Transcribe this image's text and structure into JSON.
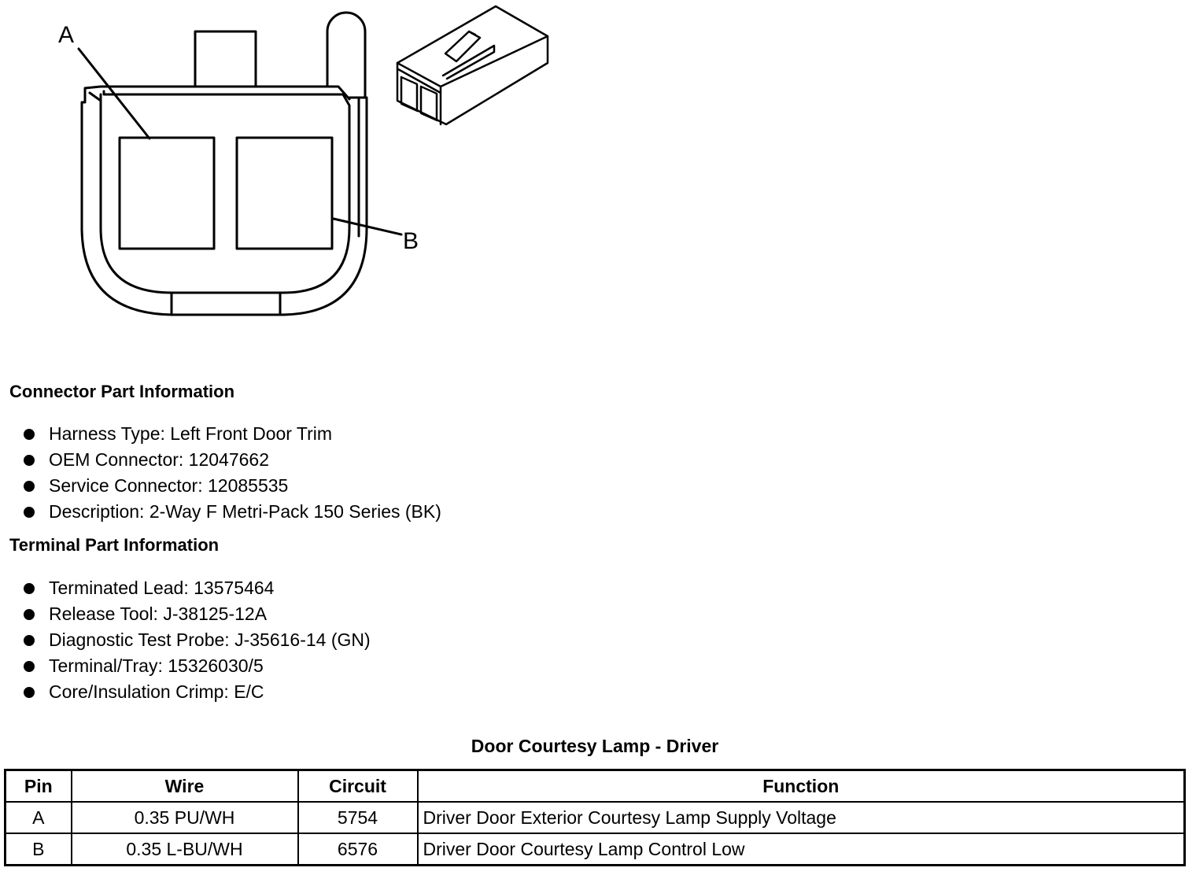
{
  "diagram": {
    "label_a": "A",
    "label_b": "B"
  },
  "connector_info": {
    "heading": "Connector Part Information",
    "items": [
      "Harness Type: Left Front Door Trim",
      "OEM Connector: 12047662",
      "Service Connector: 12085535",
      "Description: 2-Way F Metri-Pack 150 Series (BK)"
    ]
  },
  "terminal_info": {
    "heading": "Terminal Part Information",
    "items": [
      "Terminated Lead: 13575464",
      "Release Tool: J-38125-12A",
      "Diagnostic Test Probe: J-35616-14 (GN)",
      "Terminal/Tray: 15326030/5",
      "Core/Insulation Crimp: E/C"
    ]
  },
  "pin_table": {
    "title": "Door Courtesy Lamp - Driver",
    "headers": [
      "Pin",
      "Wire",
      "Circuit",
      "Function"
    ],
    "rows": [
      [
        "A",
        "0.35 PU/WH",
        "5754",
        "Driver Door Exterior Courtesy Lamp Supply Voltage"
      ],
      [
        "B",
        "0.35 L-BU/WH",
        "6576",
        "Driver Door Courtesy Lamp Control Low"
      ]
    ]
  }
}
